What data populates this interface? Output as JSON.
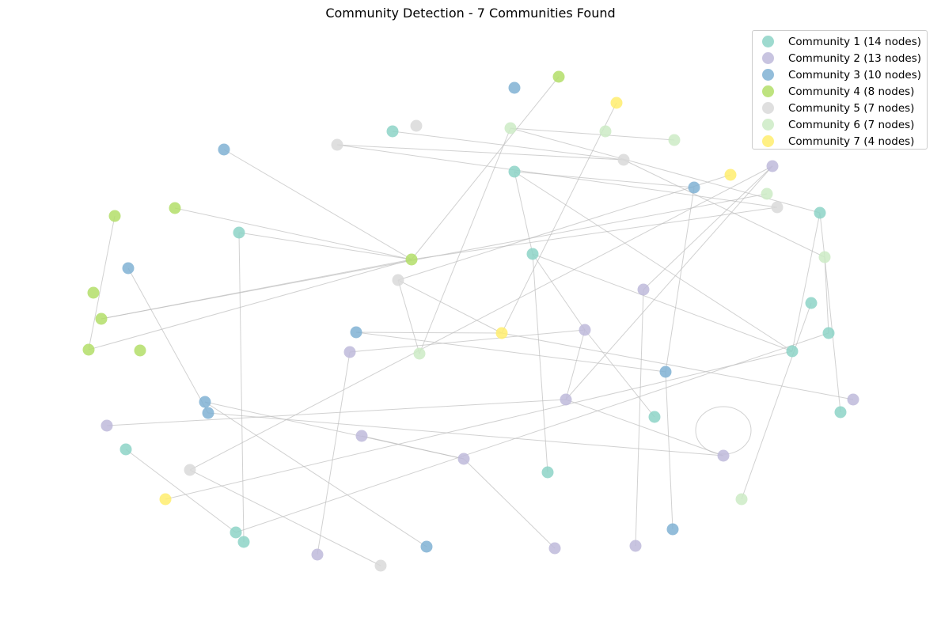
{
  "title": "Community Detection - 7 Communities Found",
  "legend": [
    {
      "label": "Community 1 (14 nodes)",
      "color": "#8dd3c7"
    },
    {
      "label": "Community 2 (13 nodes)",
      "color": "#bebada"
    },
    {
      "label": "Community 3 (10 nodes)",
      "color": "#80b1d3"
    },
    {
      "label": "Community 4 (8 nodes)",
      "color": "#b3de69"
    },
    {
      "label": "Community 5 (7 nodes)",
      "color": "#d9d9d9"
    },
    {
      "label": "Community 6 (7 nodes)",
      "color": "#ccebc5"
    },
    {
      "label": "Community 7 (4 nodes)",
      "color": "#ffed6f"
    }
  ]
}
